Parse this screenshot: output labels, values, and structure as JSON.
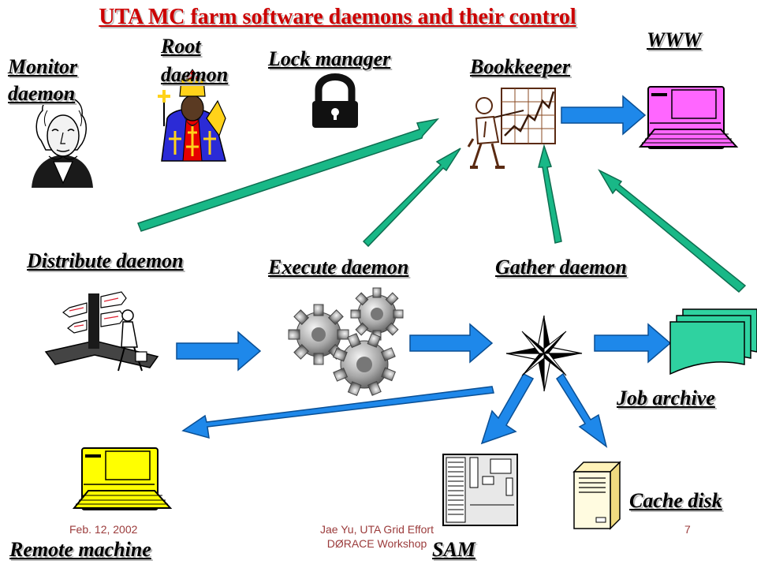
{
  "title": "UTA MC farm software daemons and their control",
  "labels": {
    "monitor_line1": "Monitor",
    "monitor_line2": "daemon",
    "root_line1": "Root",
    "root_line2": "daemon",
    "lock_manager": "Lock manager",
    "bookkeeper": "Bookkeeper",
    "www": "WWW",
    "distribute": "Distribute daemon",
    "execute": "Execute daemon",
    "gather": "Gather daemon",
    "job_archive": "Job archive",
    "cache_disk": "Cache disk",
    "remote_machine": "Remote machine",
    "sam": "SAM"
  },
  "footer": {
    "date": "Feb. 12, 2002",
    "author_line1": "Jae Yu, UTA Grid Effort",
    "author_line2": "DØRACE Workshop",
    "page": "7"
  },
  "colors": {
    "title": "#cc0000",
    "green_arrow": "#19b887",
    "blue_arrow": "#1e88ea",
    "www_computer": "#ff66ff",
    "remote_computer": "#ffff00",
    "archive_pages": "#2fd2a0"
  },
  "icons": [
    "portrait-icon",
    "priest-icon",
    "padlock-icon",
    "presenter-chart-icon",
    "computer-icon",
    "signpost-icon",
    "gears-icon",
    "compass-star-icon",
    "documents-icon",
    "server-icon",
    "tower-icon"
  ]
}
